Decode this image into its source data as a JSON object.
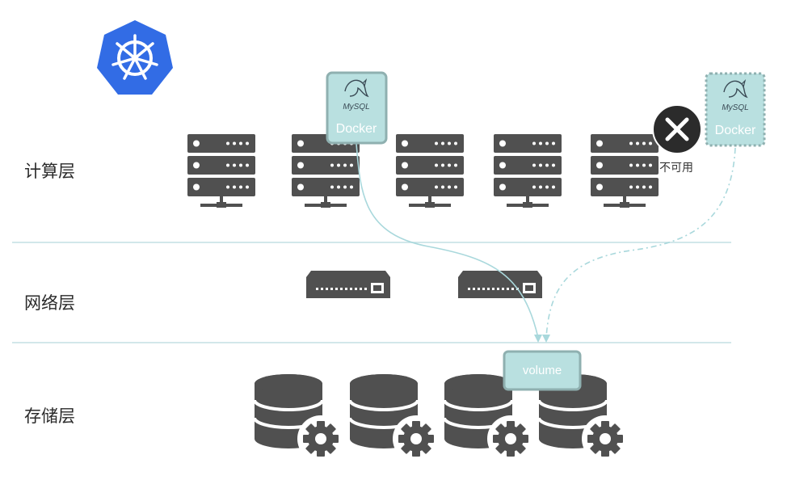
{
  "layers": {
    "compute": "计算层",
    "network": "网络层",
    "storage": "存储层"
  },
  "compute_servers": [
    "server",
    "server",
    "server",
    "server",
    "server"
  ],
  "network_switches": [
    "switch",
    "switch"
  ],
  "storage_disks": [
    "database",
    "database",
    "database",
    "database"
  ],
  "containers": {
    "active": {
      "brand": "MySQL",
      "label": "Docker"
    },
    "migrated": {
      "brand": "MySQL",
      "label": "Docker"
    }
  },
  "unavailable_label": "不可用",
  "volume_label": "volume",
  "colors": {
    "server": "#505050",
    "container_fill": "#b9e0e0",
    "container_border": "#8fb0b0",
    "divider": "#c4dfe3",
    "flow_line": "#a9d8dc",
    "k8s_blue": "#326ce5",
    "error_circle": "#2b2b2b"
  }
}
